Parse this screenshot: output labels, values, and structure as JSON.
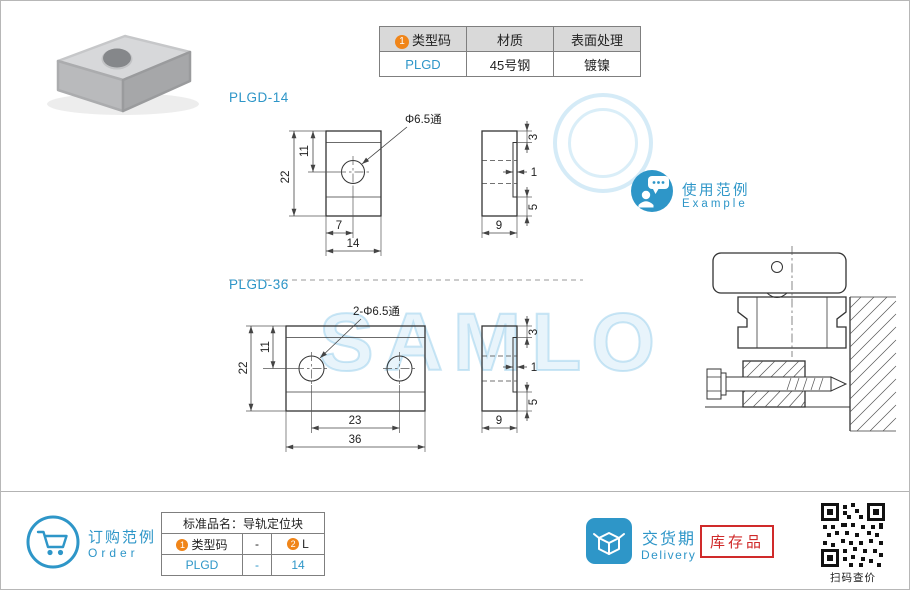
{
  "colors": {
    "accent": "#2e96c8",
    "stock_red": "#d02a2a",
    "badge_orange": "#f08519"
  },
  "icons": {
    "example": "person-chat-icon",
    "order": "shopping-cart-icon",
    "delivery": "package-box-icon",
    "qr": "qr-code"
  },
  "watermark": "SAMLO",
  "spec_table": {
    "h1_num": "1",
    "h1": "类型码",
    "h2": "材质",
    "h3": "表面处理",
    "v1": "PLGD",
    "v2": "45号钢",
    "v3": "镀镍"
  },
  "drawing14": {
    "title": "PLGD-14",
    "hole_label": "Φ6.5通",
    "dim_11": "11",
    "dim_22": "22",
    "dim_7": "7",
    "dim_14": "14",
    "dim_3": "3",
    "dim_1": "1",
    "dim_5": "5",
    "dim_9": "9"
  },
  "drawing36": {
    "title": "PLGD-36",
    "hole_label": "2-Φ6.5通",
    "dim_11": "11",
    "dim_22": "22",
    "dim_23": "23",
    "dim_36": "36",
    "dim_3": "3",
    "dim_1": "1",
    "dim_5": "5",
    "dim_9": "9"
  },
  "example": {
    "title": "使用范例",
    "subtitle": "Example"
  },
  "order": {
    "title": "订购范例",
    "subtitle": "Order",
    "table_title": "标准品名：导轨定位块",
    "col_num1": "1",
    "col1": "类型码",
    "dash": "-",
    "col_num2": "2",
    "col2": "L",
    "val1": "PLGD",
    "val_dash": "-",
    "val2": "14"
  },
  "delivery": {
    "title": "交货期",
    "subtitle": "Delivery"
  },
  "stock_label": "库存品",
  "qr_caption": "扫码查价"
}
